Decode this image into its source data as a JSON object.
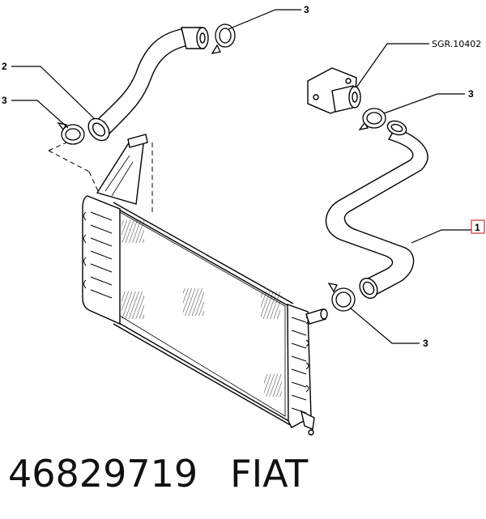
{
  "callouts": {
    "top_clamp": "3",
    "upper_hose": "2",
    "left_clamp": "3",
    "ref_code": "SGR.10402",
    "right_clamp": "3",
    "lower_hose": "1",
    "bottom_clamp": "3"
  },
  "footer": {
    "part_number": "46829719",
    "brand": "FIAT"
  },
  "colors": {
    "line": "#000000",
    "highlight_box": "#cc3333"
  }
}
